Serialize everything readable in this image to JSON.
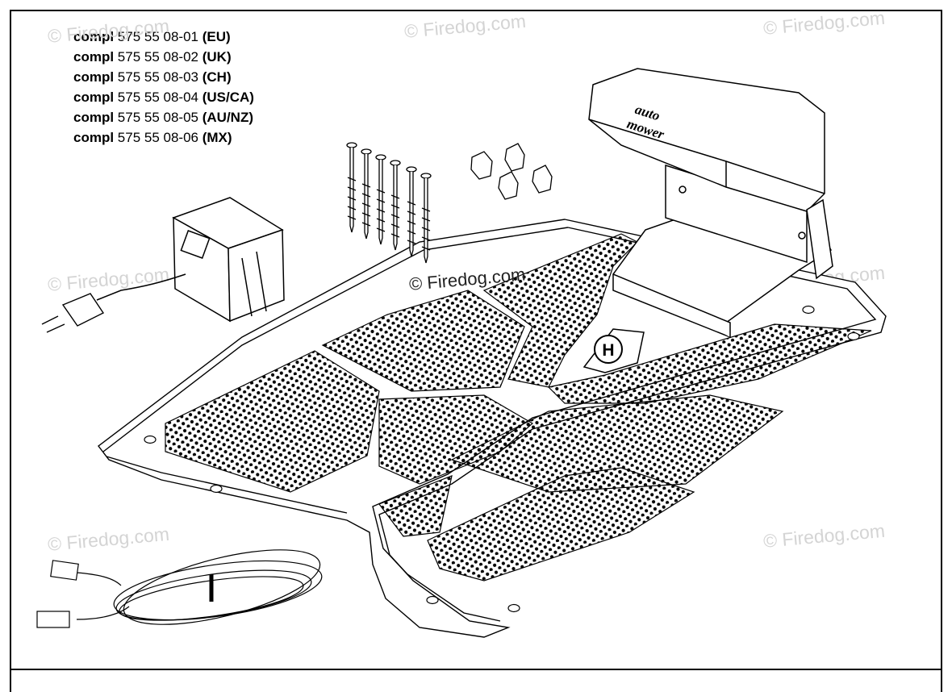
{
  "parts": [
    {
      "keyword": "compl",
      "number": "575 55 08-01",
      "region": "(EU)"
    },
    {
      "keyword": "compl",
      "number": "575 55 08-02",
      "region": "(UK)"
    },
    {
      "keyword": "compl",
      "number": "575 55 08-03",
      "region": "(CH)"
    },
    {
      "keyword": "compl",
      "number": "575 55 08-04",
      "region": "(US/CA)"
    },
    {
      "keyword": "compl",
      "number": "575 55 08-05",
      "region": "(AU/NZ)"
    },
    {
      "keyword": "compl",
      "number": "575 55 08-06",
      "region": "(MX)"
    }
  ],
  "watermark": "© Firedog.com",
  "station_logo_text": [
    "auto",
    "mower"
  ],
  "brand_emblem": "H",
  "colors": {
    "line": "#000000",
    "watermark": "#d4d4d4",
    "background": "#ffffff"
  }
}
